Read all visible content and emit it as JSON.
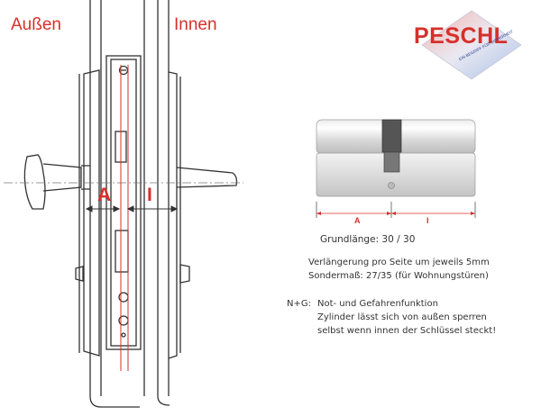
{
  "door_diagram": {
    "outside_label": "Außen",
    "inside_label": "Innen",
    "dimension_a": "A",
    "dimension_i": "I"
  },
  "logo": {
    "name": "PESCHL",
    "tagline": "EIN BEGRIFF FÜR SICHERHEIT",
    "colors": {
      "red": "#d6302a",
      "blue": "#2a5fb0"
    }
  },
  "cylinder": {
    "label_a": "A",
    "label_i": "I"
  },
  "info": {
    "grundlaenge": "Grundlänge:  30  /  30",
    "verlaengerung": "Verlängerung pro Seite um jeweils 5mm",
    "sondermass": "Sondermaß: 27/35 (für Wohnungstüren)",
    "ng_label": "N+G:",
    "ng_lines": [
      "Not- und Gefahrenfunktion",
      "Zylinder lässt sich von außen sperren",
      "selbst wenn innen der Schlüssel steckt!"
    ]
  },
  "colors": {
    "accent": "#d6302a",
    "line": "#333333"
  }
}
